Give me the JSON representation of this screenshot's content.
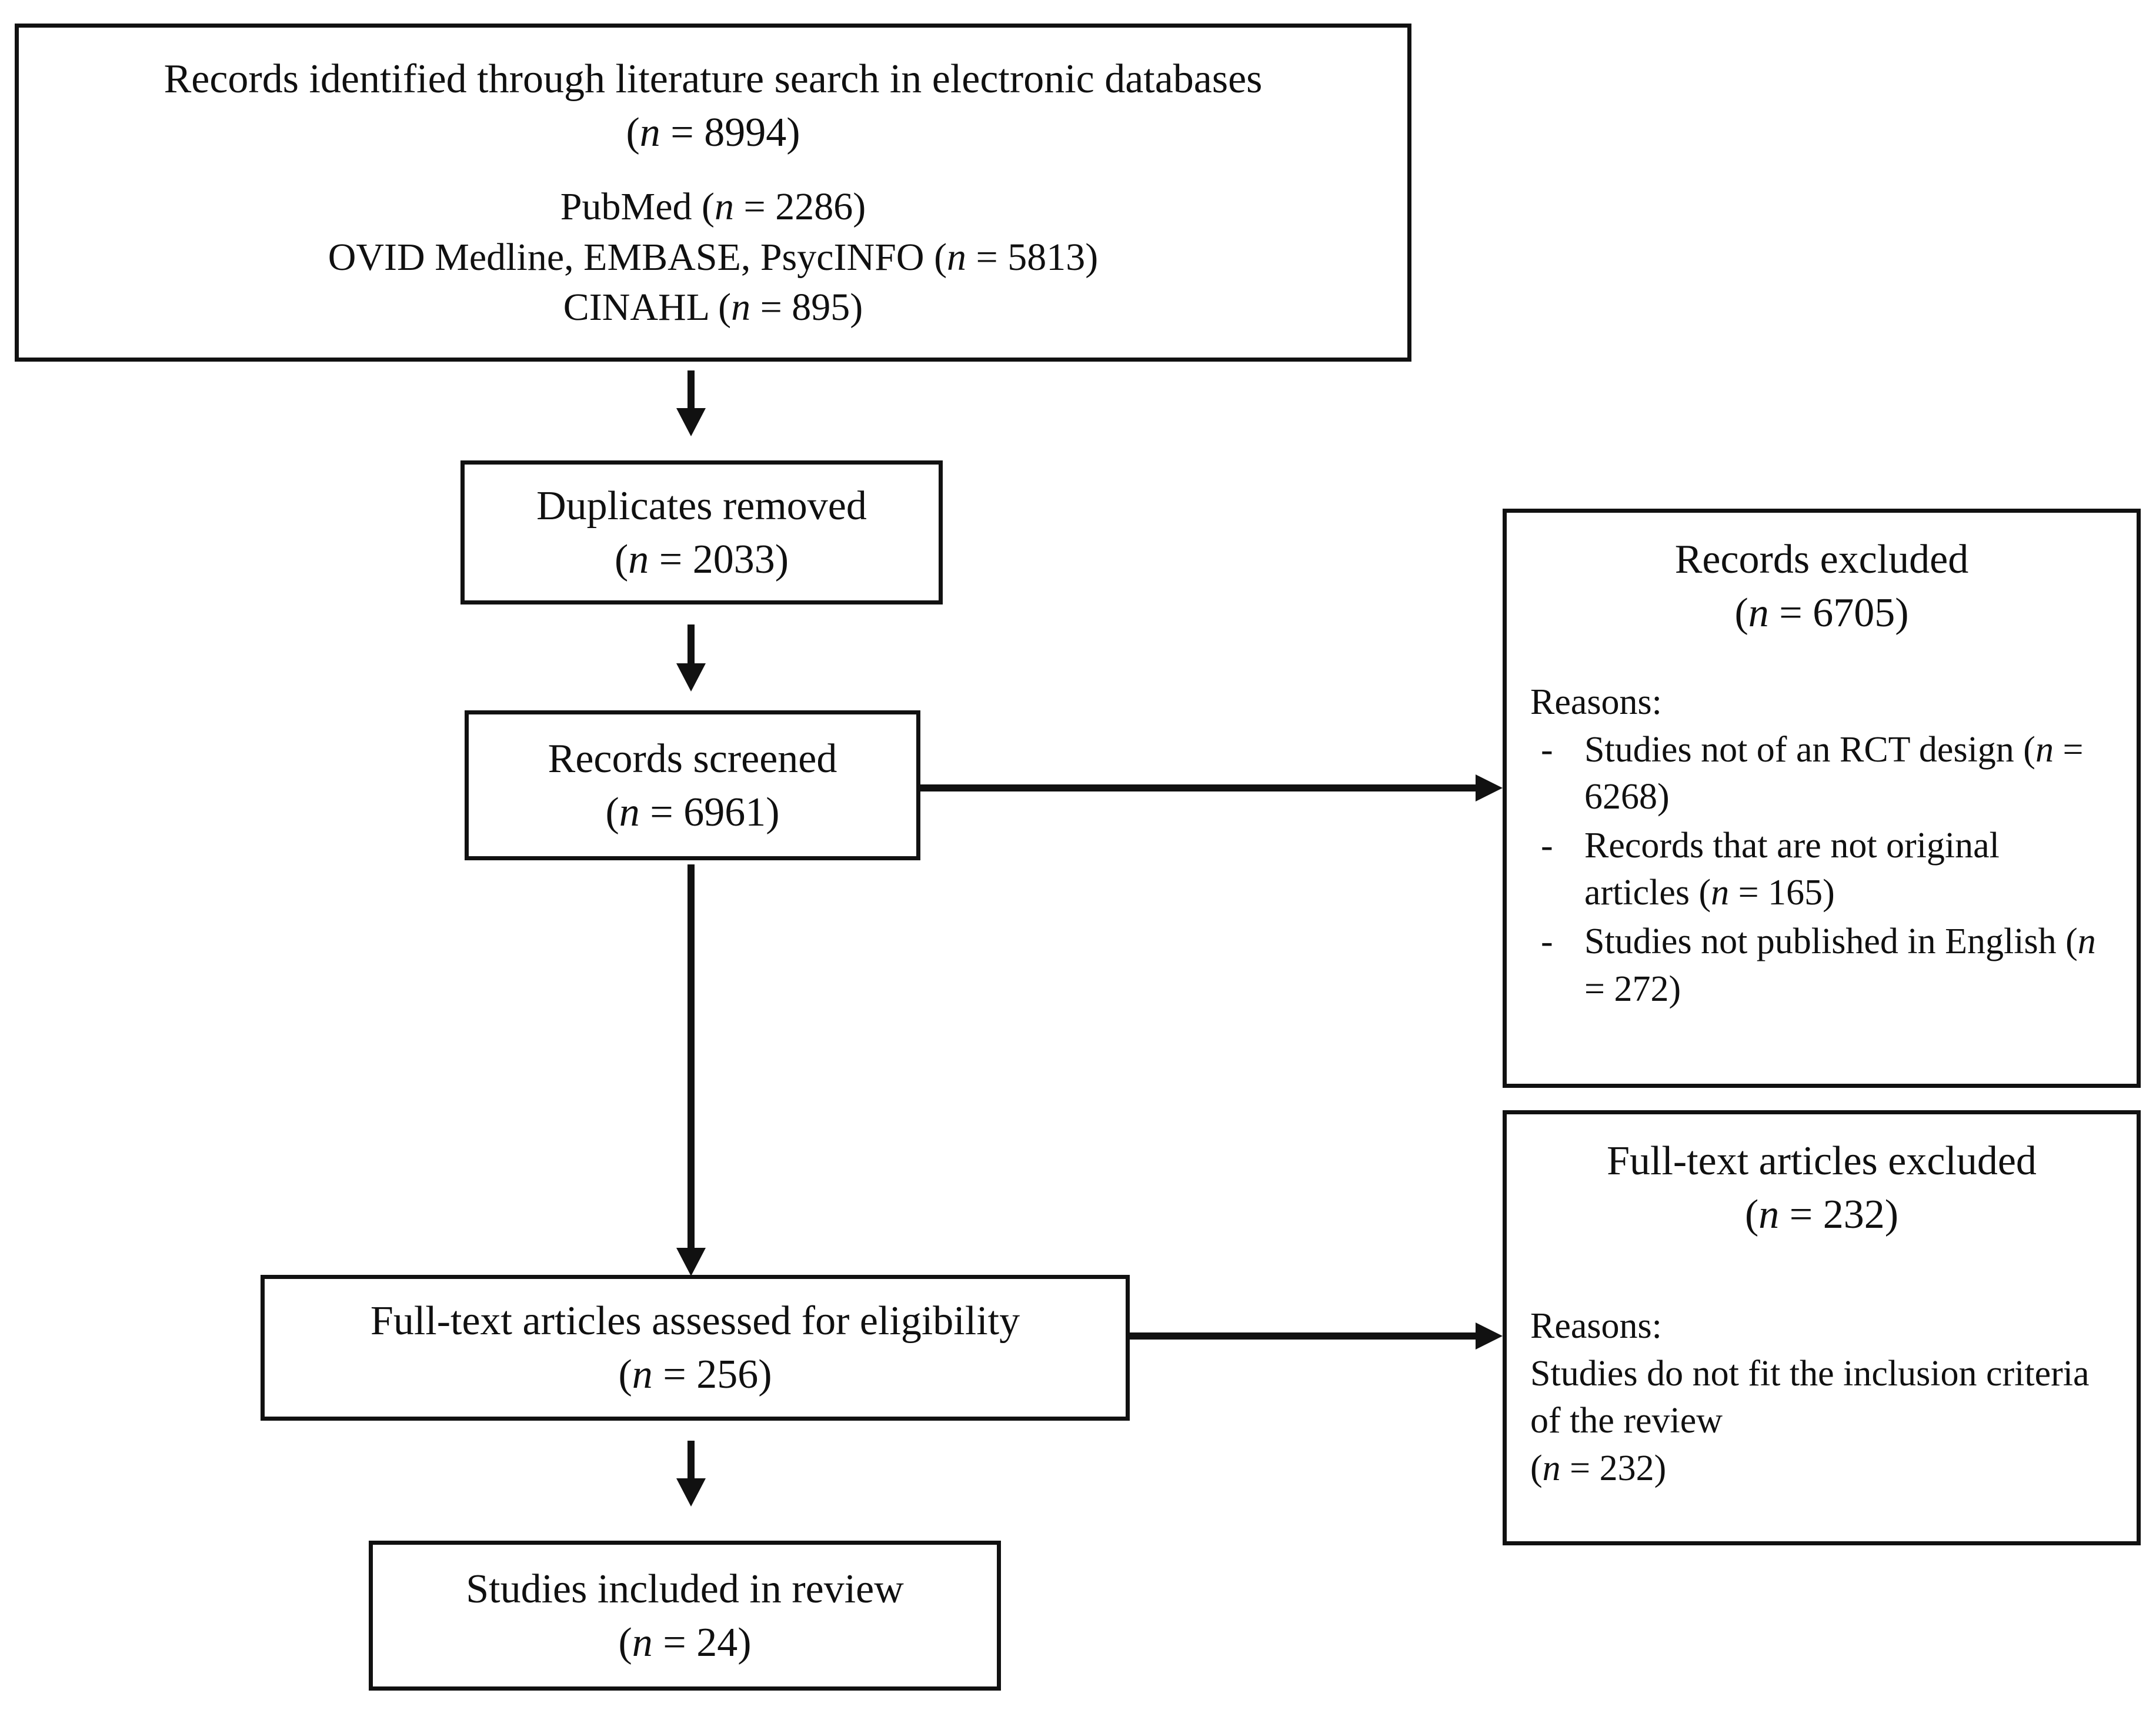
{
  "diagram": {
    "title": "PRISMA study selection flow diagram",
    "type": "prisma-flowchart",
    "colors": {
      "box_border": "#111111",
      "box_fill": "#ffffff",
      "arrow": "#111111",
      "text": "#101010"
    },
    "nodes": {
      "identified": {
        "label": "Records identified through literature search in electronic databases",
        "count_label": "(n = 8994)",
        "count": 8994,
        "sources": [
          {
            "name": "PubMed",
            "count_label": "(n = 2286)",
            "count": 2286,
            "text": "PubMed (n = 2286)"
          },
          {
            "name": "OVID Medline, EMBASE, PsycINFO",
            "count_label": "(n = 5813)",
            "count": 5813,
            "text": "OVID Medline, EMBASE, PsycINFO (n = 5813)"
          },
          {
            "name": "CINAHL",
            "count_label": "(n = 895)",
            "count": 895,
            "text": "CINAHL (n = 895)"
          }
        ]
      },
      "duplicates": {
        "label": "Duplicates removed",
        "count_label": "(n = 2033)",
        "count": 2033
      },
      "screened": {
        "label": "Records screened",
        "count_label": "(n = 6961)",
        "count": 6961
      },
      "records_excluded": {
        "label": "Records excluded",
        "count_label": "(n = 6705)",
        "count": 6705,
        "reasons_heading": "Reasons:",
        "reasons": [
          {
            "bullet": "-",
            "text": "Studies not of an RCT design (n = 6268)",
            "count": 6268
          },
          {
            "bullet": "-",
            "text": "Records that are not original articles (n = 165)",
            "count": 165
          },
          {
            "bullet": "-",
            "text": "Studies not published in English (n = 272)",
            "count": 272
          }
        ]
      },
      "fulltext_assessed": {
        "label": "Full-text articles assessed for eligibility",
        "count_label": "(n = 256)",
        "count": 256
      },
      "fulltext_excluded": {
        "label": "Full-text articles excluded",
        "count_label": "(n = 232)",
        "count": 232,
        "reasons_heading": "Reasons:",
        "reason_text": "Studies do not fit the inclusion criteria of the review",
        "reason_count_label": "(n = 232)"
      },
      "included": {
        "label": "Studies included in review",
        "count_label": "(n = 24)",
        "count": 24
      }
    },
    "edges": [
      {
        "from": "identified",
        "to": "duplicates",
        "direction": "down"
      },
      {
        "from": "duplicates",
        "to": "screened",
        "direction": "down"
      },
      {
        "from": "screened",
        "to": "records_excluded",
        "direction": "right"
      },
      {
        "from": "screened",
        "to": "fulltext_assessed",
        "direction": "down"
      },
      {
        "from": "fulltext_assessed",
        "to": "fulltext_excluded",
        "direction": "right"
      },
      {
        "from": "fulltext_assessed",
        "to": "included",
        "direction": "down"
      }
    ]
  }
}
